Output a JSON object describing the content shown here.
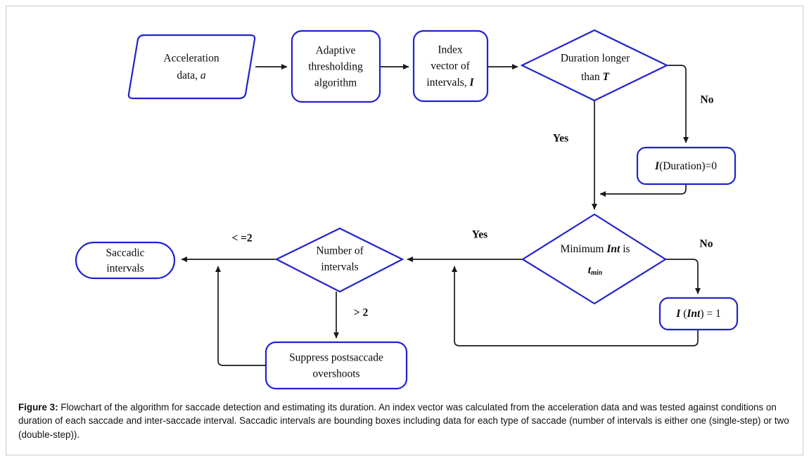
{
  "figure": {
    "border_color": "#c8c8c8",
    "shape_stroke_color": "#2222cc",
    "connector_color": "#1a1a1a"
  },
  "nodes": {
    "acceleration_data": {
      "line1": "Acceleration",
      "line2_prefix": "data, ",
      "line2_italic": "a",
      "shape": "parallelogram"
    },
    "adaptive_threshold": {
      "line1": "Adaptive",
      "line2": "thresholding",
      "line3": "algorithm",
      "shape": "rounded-rect"
    },
    "index_vector": {
      "line1": "Index",
      "line2": "vector of",
      "line3_prefix": "intervals, ",
      "line3_italic": "I",
      "shape": "rounded-rect"
    },
    "duration_decision": {
      "line1": "Duration longer",
      "line2_prefix": "than ",
      "line2_italic": "T",
      "shape": "diamond"
    },
    "duration_zero": {
      "prefix_italic": "I",
      "text": "(Duration)=0",
      "shape": "rounded-rect"
    },
    "minimum_int_decision": {
      "line1_prefix": "Minimum ",
      "line1_italic": "Int",
      "line1_suffix": " is",
      "line2_italic": "t",
      "line2_sub": "min",
      "shape": "diamond"
    },
    "int_one": {
      "prefix_italic": "I",
      "mid": " (",
      "mid_italic": "Int",
      "suffix": ") = 1",
      "shape": "rounded-rect"
    },
    "number_of_intervals": {
      "line1": "Number of",
      "line2": "intervals",
      "shape": "diamond"
    },
    "saccadic_intervals": {
      "line1": "Saccadic",
      "line2": "intervals",
      "shape": "stadium"
    },
    "suppress_overshoots": {
      "line1": "Suppress postsaccade",
      "line2": "overshoots",
      "shape": "rounded-rect"
    }
  },
  "edge_labels": {
    "duration_no": "No",
    "duration_yes": "Yes",
    "minimum_no": "No",
    "minimum_yes": "Yes",
    "intervals_le2": "< =2",
    "intervals_gt2": "> 2"
  },
  "caption": {
    "label": "Figure 3:",
    "text": " Flowchart of the algorithm for saccade detection and estimating its duration. An index vector was calculated from the acceleration data and was tested against conditions on duration of each saccade and inter-saccade interval. Saccadic intervals are bounding boxes including data for each type of saccade (number of intervals is either one (single-step) or two (double-step))."
  }
}
